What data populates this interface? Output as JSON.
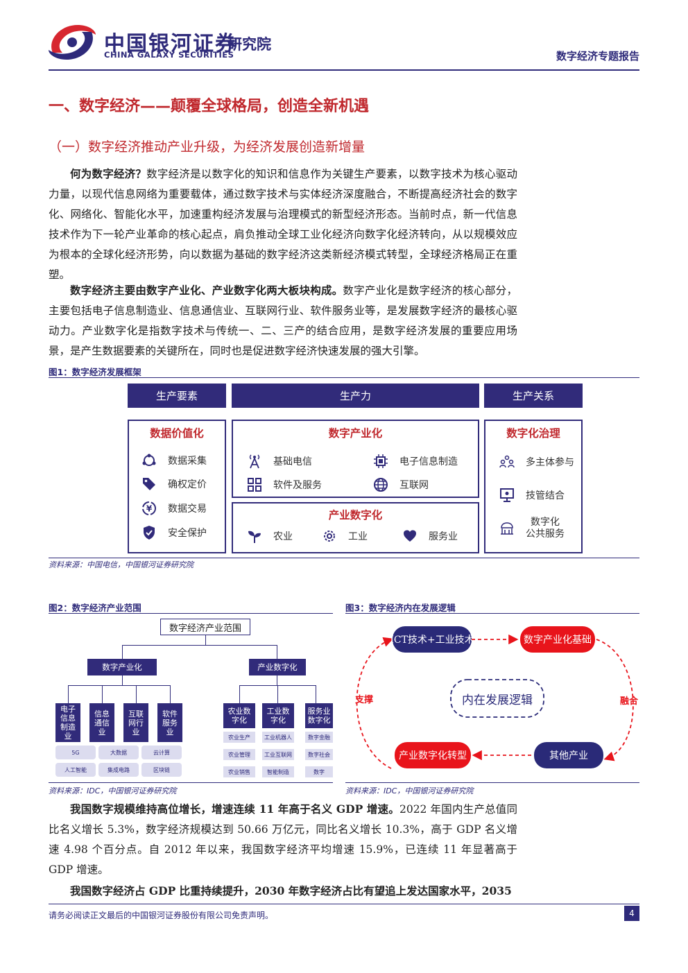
{
  "header": {
    "logo_cn": "中国银河证券",
    "logo_en": "CHINA GALAXY SECURITIES",
    "logo_inst": "研究院",
    "report_type": "数字经济专题报告"
  },
  "section": {
    "h1": "一、数字经济——颠覆全球格局，创造全新机遇",
    "h2": "（一）数字经济推动产业升级，为经济发展创造新增量"
  },
  "paragraphs": {
    "p1_bold": "何为数字经济？",
    "p1_text": "数字经济是以数字化的知识和信息作为关键生产要素，以数字技术为核心驱动力量，以现代信息网络为重要载体，通过数字技术与实体经济深度融合，不断提高经济社会的数字化、网络化、智能化水平，加速重构经济发展与治理模式的新型经济形态。当前时点，新一代信息技术作为下一轮产业革命的核心起点，肩负推动全球工业化经济向数字化经济转向，从以规模效应为根本的全球化经济形势，向以数据为基础的数字经济这类新经济模式转型，全球经济格局正在重塑。",
    "p2_bold": "数字经济主要由数字产业化、产业数字化两大板块构成。",
    "p2_text": "数字产业化是数字经济的核心部分，主要包括电子信息制造业、信息通信业、互联网行业、软件服务业等，是发展数字经济的最核心驱动力。产业数字化是指数字技术与传统一、二、三产的结合应用，是数字经济发展的重要应用场景，是产生数据要素的关键所在，同时也是促进数字经济快速发展的强大引擎。",
    "p3_bold": "我国数字规模维持高位增长，增速连续 11 年高于名义 GDP 增速。",
    "p3_text": "2022 年国内生产总值同比名义增长 5.3%，数字经济规模达到 50.66 万亿元，同比名义增长 10.3%，高于 GDP 名义增速 4.98 个百分点。自 2012 年以来，我国数字经济平均增速 15.9%，已连续 11 年显著高于 GDP 增速。",
    "p4_bold": "我国数字经济占 GDP 比重持续提升，2030 年数字经济占比有望追上发达国家水平，2035"
  },
  "fig1": {
    "title": "图1：数字经济发展框架",
    "heads": [
      "生产要素",
      "生产力",
      "生产关系"
    ],
    "col1_title": "数据价值化",
    "col1_items": [
      "数据采集",
      "确权定价",
      "数据交易",
      "安全保护"
    ],
    "col2_title": "数字产业化",
    "col2_items": [
      "基础电信",
      "电子信息制造",
      "软件及服务",
      "互联网"
    ],
    "col2b_title": "产业数字化",
    "col2b_items": [
      "农业",
      "工业",
      "服务业"
    ],
    "col3_title": "数字化治理",
    "col3_items": [
      "多主体参与",
      "技管结合",
      "数字化",
      "公共服务"
    ],
    "source": "资料来源：中国电信，中国银河证券研究院"
  },
  "fig2": {
    "title": "图2：数字经济产业范围",
    "top": "数字经济产业范围",
    "left_cat": "数字产业化",
    "right_cat": "产业数字化",
    "left_cols": [
      "电子信息制造业",
      "信息通信业",
      "互联网行业",
      "软件服务业"
    ],
    "left_chips": [
      "5G",
      "大数据",
      "云计算",
      "人工智能",
      "集成电路",
      "区块链"
    ],
    "right_cols": [
      "农业数字化",
      "工业数字化",
      "服务业数字化"
    ],
    "right_chips": [
      "农业生产",
      "工业机器人",
      "数字金融",
      "农业管理",
      "工业互联网",
      "数字社会",
      "农业销售",
      "智能制造",
      "数字"
    ],
    "source": "资料来源：IDC，中国银河证券研究院"
  },
  "fig3": {
    "title": "图3：数字经济内在发展逻辑",
    "tl": "ICT技术+工业技术",
    "tr": "数字产业化基础",
    "bl": "产业数字化转型",
    "br": "其他产业",
    "center": "内在发展逻辑",
    "left_label": "支撑",
    "right_label": "融合",
    "source": "资料来源：IDC，中国银河证券研究院"
  },
  "footer": {
    "disclaimer": "请务必阅读正文最后的中国银河证券股份有限公司免责声明。",
    "page": "4"
  },
  "colors": {
    "brand": "#2e2a7a",
    "accent": "#c0282d",
    "red": "#e8141b"
  }
}
